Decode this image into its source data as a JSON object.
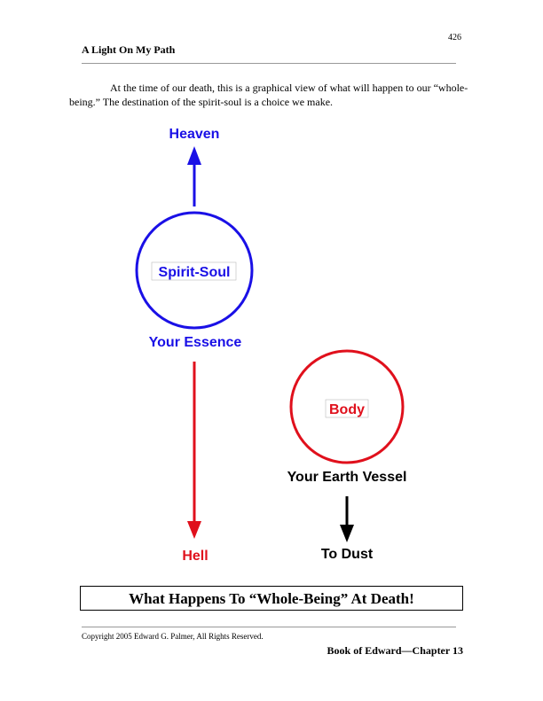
{
  "header": {
    "page_number": "426",
    "book_title": "A Light On My Path"
  },
  "intro": {
    "text": "At the time of our death, this is a graphical view of what will happen to our “whole-being.”  The destination of the spirit-soul is a choice we make."
  },
  "diagram": {
    "heaven_label": "Heaven",
    "spirit_soul_label": "Spirit-Soul",
    "essence_label": "Your Essence",
    "hell_label": "Hell",
    "body_label": "Body",
    "vessel_label": "Your Earth Vessel",
    "dust_label": "To Dust",
    "colors": {
      "spirit": "#1a10e6",
      "body": "#e0101c",
      "dust": "#000000"
    }
  },
  "caption": "What Happens To “Whole-Being” At Death!",
  "footer": {
    "copyright": "Copyright 2005 Edward G. Palmer, All Rights Reserved.",
    "chapter": "Book of Edward—Chapter 13"
  }
}
